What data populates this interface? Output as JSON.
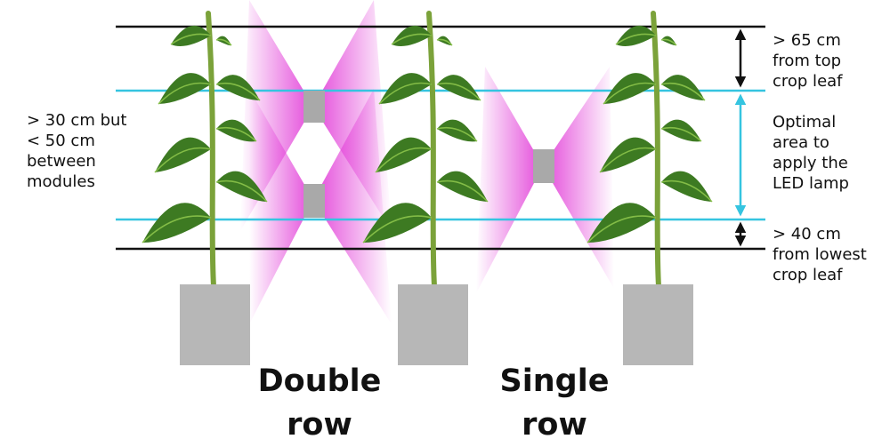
{
  "labels": {
    "module_spacing": [
      "> 30 cm but",
      "< 50 cm",
      "between",
      "modules"
    ],
    "top_clearance": [
      "> 65 cm",
      "from top",
      "crop leaf"
    ],
    "optimal_area": [
      "Optimal",
      "area to",
      "apply the",
      "LED lamp"
    ],
    "bottom_clearance": [
      "> 40 cm",
      "from lowest",
      "crop leaf"
    ],
    "double_row": [
      "Double",
      "row"
    ],
    "single_row": [
      "Single",
      "row"
    ]
  },
  "colors": {
    "boundary_line": "#111111",
    "zone_line": "#35c4e0",
    "light_beam": "#e23fd8",
    "led_module": "#a9a9a9",
    "pot": "#b7b7b7",
    "stem": "#7ba23a",
    "leaf": "#3d7a22",
    "leaf_highlight": "#8bc34a"
  },
  "plants": [
    {
      "name": "plant-left"
    },
    {
      "name": "plant-middle"
    },
    {
      "name": "plant-right"
    }
  ],
  "icons": {
    "top_arrow": "double-arrow-icon",
    "optimal_arrow": "double-arrow-icon",
    "bottom_arrow": "double-arrow-icon"
  }
}
